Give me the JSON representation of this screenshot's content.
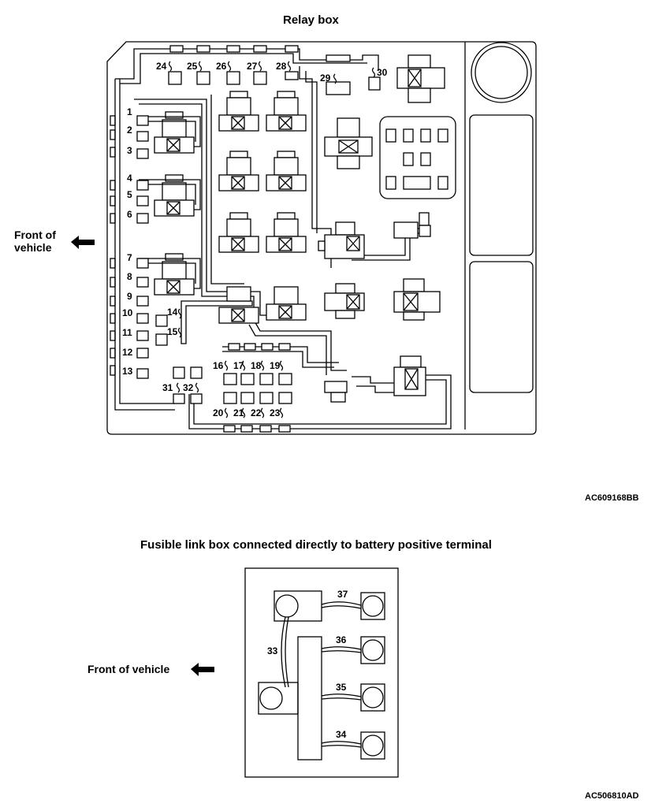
{
  "relay_box": {
    "title": "Relay box",
    "front_label_line1": "Front of",
    "front_label_line2": "vehicle",
    "figure_code": "AC609168BB",
    "fuse_numbers": [
      "1",
      "2",
      "3",
      "4",
      "5",
      "6",
      "7",
      "8",
      "9",
      "10",
      "11",
      "12",
      "13",
      "14",
      "15",
      "16",
      "17",
      "18",
      "19",
      "20",
      "21",
      "22",
      "23",
      "24",
      "25",
      "26",
      "27",
      "28",
      "29",
      "30",
      "31",
      "32"
    ]
  },
  "fusible_link_box": {
    "title": "Fusible link box connected directly to battery positive terminal",
    "front_label": "Front of vehicle",
    "figure_code": "AC506810AD",
    "link_numbers": [
      "33",
      "34",
      "35",
      "36",
      "37"
    ]
  }
}
